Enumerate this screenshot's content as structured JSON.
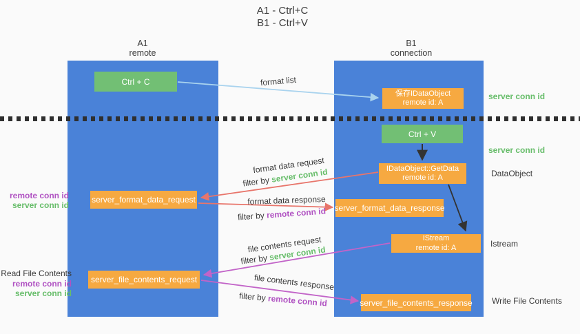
{
  "title": {
    "line1": "A1 - Ctrl+C",
    "line2": "B1 - Ctrl+V"
  },
  "lifelines": [
    {
      "name": "A1",
      "subtitle": "remote"
    },
    {
      "name": "B1",
      "subtitle": "connection"
    }
  ],
  "nodes": {
    "ctrl_c": "Ctrl + C",
    "ctrl_v": "Ctrl + V",
    "save_idataobject": {
      "line1": "保存IDataObject",
      "line2": "remote id: A"
    },
    "getdata": {
      "line1": "IDataObject::GetData",
      "line2": "remote id: A"
    },
    "format_request": "server_format_data_request",
    "format_response": "server_format_data_response",
    "istream": {
      "line1": "IStream",
      "line2": "remote id: A"
    },
    "file_request": "server_file_contents_request",
    "file_response": "server_file_contents_response"
  },
  "edge_labels": {
    "format_list": "format list",
    "format_data_request": "format data request",
    "format_data_response": "format data response",
    "file_contents_request": "file contents request",
    "file_contents_response": "file contents response",
    "filter_by": "filter by ",
    "server_conn_id": "server conn id",
    "remote_conn_id": "remote conn id"
  },
  "side_labels": {
    "server_conn_top": "server conn id",
    "server_conn_mid": "server conn id",
    "dataobject": "DataObject",
    "istream": "Istream",
    "write_file": "Write File Contents",
    "read_file": "Read File Contents",
    "remote_conn_id": "remote conn id",
    "server_conn_id": "server conn id"
  },
  "colors": {
    "lifeline_blue": "#4a82d8",
    "node_green": "#72bf74",
    "node_orange": "#f6a941",
    "arrow_light_blue": "#a9d3ee",
    "arrow_red": "#e8756b",
    "arrow_purple": "#c264c8",
    "arrow_black": "#333333",
    "text_green": "#67bd6a",
    "text_purple": "#b052c2",
    "background": "#fafafa"
  }
}
